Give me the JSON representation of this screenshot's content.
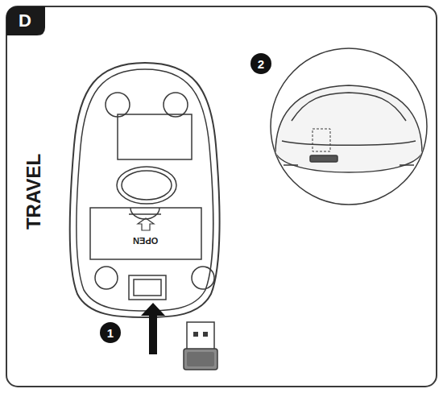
{
  "diagram": {
    "labels": [
      "D",
      "TRAVEL",
      "OPEN",
      "1",
      "2"
    ]
  }
}
